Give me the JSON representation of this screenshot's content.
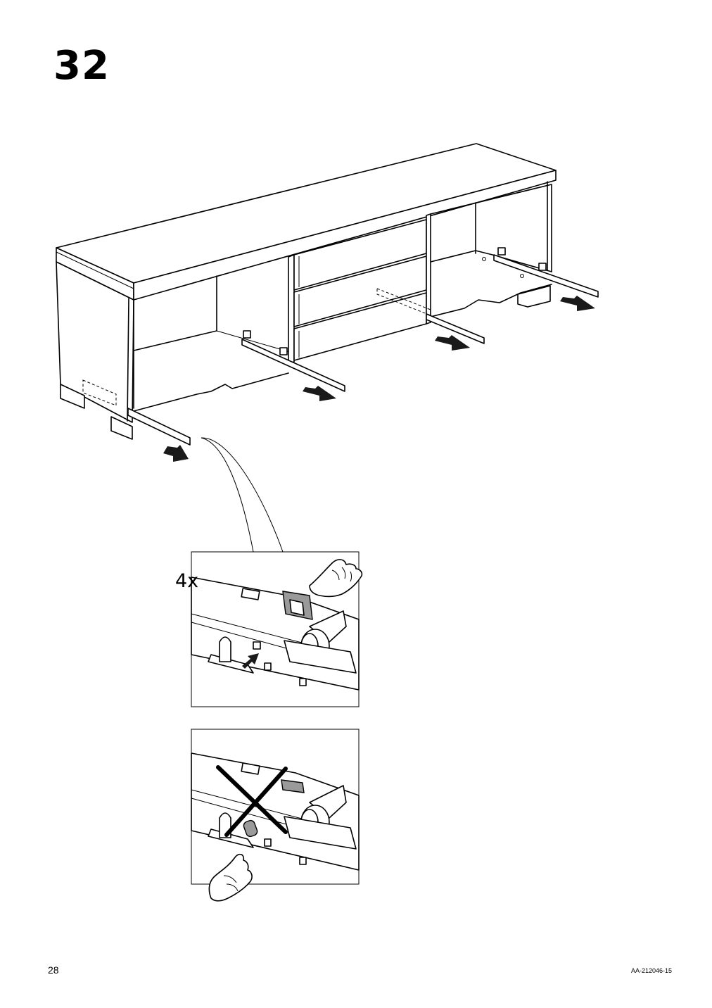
{
  "step": {
    "number": "32"
  },
  "detail": {
    "quantity": "4x"
  },
  "footer": {
    "page_number": "28",
    "document_code": "AA-212046-15"
  }
}
